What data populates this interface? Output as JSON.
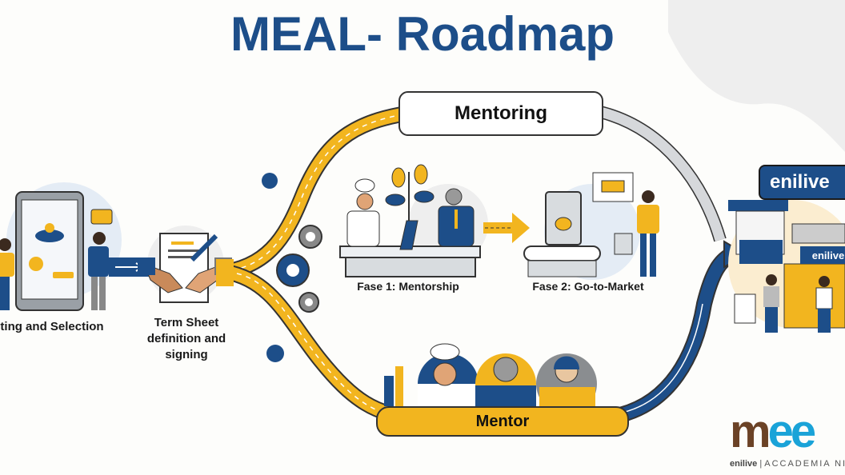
{
  "title": "MEAL- Roadmap",
  "steps": {
    "scouting": "ting and Selection",
    "term_sheet": "Term Sheet definition and signing",
    "phase1": "Fase 1: Mentorship",
    "phase2": "Fase 2: Go-to-Market"
  },
  "mentoring_label": "Mentoring",
  "mentor_label": "Mentor",
  "retail": {
    "bubble": "enilive",
    "shop_sign": "enilive"
  },
  "logo": {
    "mark_left": "m",
    "mark_right": "ee",
    "brand": "enilive",
    "separator": "|",
    "academy": "ACCADEMIA NIKO"
  },
  "colors": {
    "title_blue": "#1d4e89",
    "accent_yellow": "#f2b51f",
    "gray": "#d6d8db",
    "logo_brown": "#6b4226",
    "logo_blue": "#1aa3d8"
  }
}
